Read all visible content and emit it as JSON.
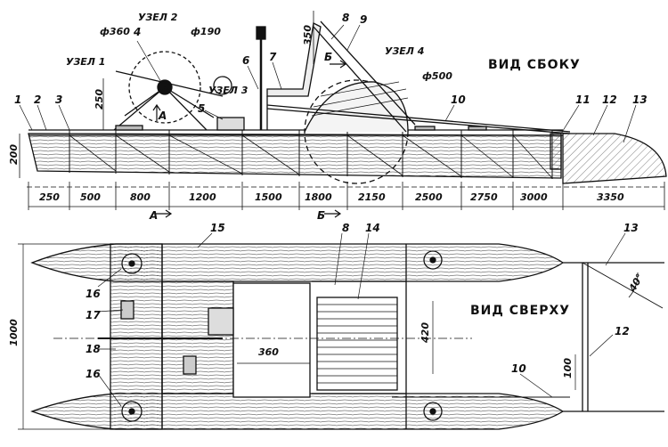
{
  "views": {
    "side_title": "ВИД СБОКУ",
    "top_title": "ВИД СВЕРХУ"
  },
  "callouts": [
    "1",
    "2",
    "3",
    "4",
    "5",
    "6",
    "7",
    "8",
    "9",
    "10",
    "11",
    "12",
    "13",
    "14",
    "15",
    "16",
    "17",
    "18"
  ],
  "nodes": {
    "node1": "УЗЕЛ 1",
    "node2": "УЗЕЛ 2",
    "node3": "УЗЕЛ 3",
    "node4": "УЗЕЛ 4"
  },
  "diameters": {
    "d360": "ф360",
    "d190": "ф190",
    "d500": "ф500"
  },
  "heights": {
    "h250": "250",
    "h200": "200",
    "h350": "350"
  },
  "section_marks": {
    "a": "А",
    "b": "Б"
  },
  "stations": [
    "250",
    "500",
    "800",
    "1200",
    "1500",
    "1800",
    "2150",
    "2500",
    "2750",
    "3000",
    "3350"
  ],
  "top_dims": {
    "width": "1000",
    "drum_len": "420",
    "seat": "360",
    "rudder": "100",
    "angle": "40°"
  }
}
